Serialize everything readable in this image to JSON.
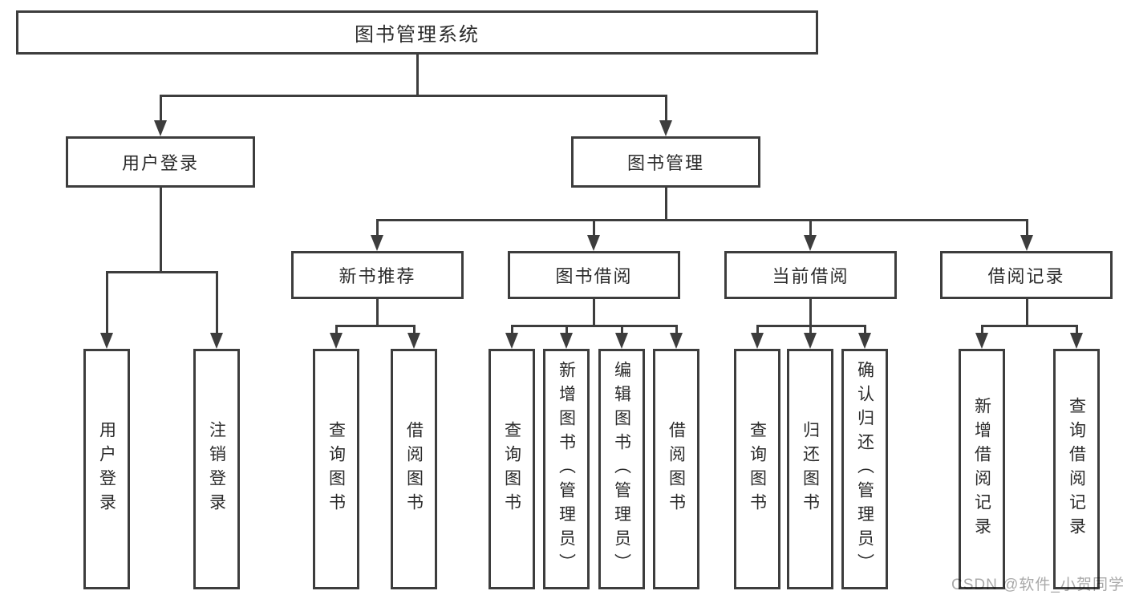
{
  "diagram": {
    "root": {
      "label": "图书管理系统",
      "children": [
        {
          "label": "用户登录",
          "children": [
            {
              "label": "用户登录"
            },
            {
              "label": "注销登录"
            }
          ]
        },
        {
          "label": "图书管理",
          "children": [
            {
              "label": "新书推荐",
              "children": [
                {
                  "label": "查询图书"
                },
                {
                  "label": "借阅图书"
                }
              ]
            },
            {
              "label": "图书借阅",
              "children": [
                {
                  "label": "查询图书"
                },
                {
                  "label": "新增图书（管理员）"
                },
                {
                  "label": "编辑图书（管理员）"
                },
                {
                  "label": "借阅图书"
                }
              ]
            },
            {
              "label": "当前借阅",
              "children": [
                {
                  "label": "查询图书"
                },
                {
                  "label": "归还图书"
                },
                {
                  "label": "确认归还（管理员）"
                }
              ]
            },
            {
              "label": "借阅记录",
              "children": [
                {
                  "label": "新增借阅记录"
                },
                {
                  "label": "查询借阅记录"
                }
              ]
            }
          ]
        }
      ]
    }
  },
  "watermark": {
    "text": "CSDN @软件_小贺同学"
  },
  "colors": {
    "line": "#3d3d3d",
    "text": "#2b2b2b",
    "watermark": "#a9a9a9",
    "background": "#ffffff"
  }
}
